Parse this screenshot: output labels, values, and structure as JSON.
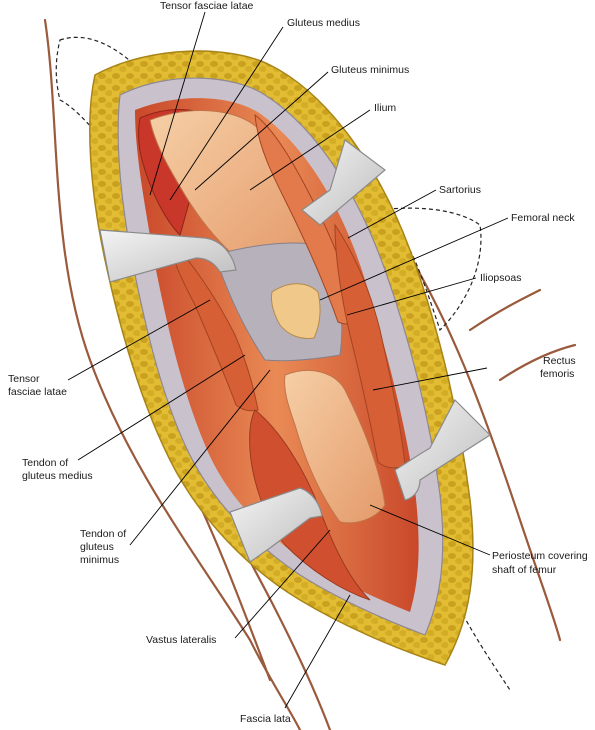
{
  "figure": {
    "palette": {
      "fat": "#d9b22c",
      "fat_dark": "#a88416",
      "skin": "#f0c8a0",
      "muscle": "#d6532e",
      "muscle_light": "#e98a55",
      "bone": "#f1b98a",
      "tendon": "#b7b1bc",
      "retractor": "#e6e6e6",
      "nerve": "#9a5a3c",
      "leader": "#000000"
    },
    "labels": {
      "tensor_fasciae_latae_top": "Tensor fasciae latae",
      "gluteus_medius": "Gluteus medius",
      "gluteus_minimus": "Gluteus minimus",
      "ilium": "Ilium",
      "sartorius": "Sartorius",
      "femoral_neck": "Femoral neck",
      "iliopsoas": "Iliopsoas",
      "rectus_femoris": [
        "Rectus",
        "femoris"
      ],
      "tensor_fasciae_latae_left": [
        "Tensor",
        "fasciae latae"
      ],
      "tendon_gluteus_medius": [
        "Tendon of",
        "gluteus medius"
      ],
      "tendon_gluteus_minimus": [
        "Tendon of",
        "gluteus",
        "minimus"
      ],
      "periosteum": [
        "Periosteum covering",
        "shaft of femur"
      ],
      "vastus_lateralis": "Vastus lateralis",
      "fascia_lata": "Fascia lata"
    }
  }
}
